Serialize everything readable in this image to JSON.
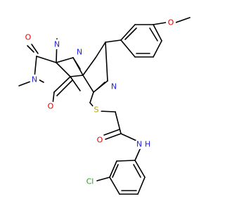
{
  "colors": {
    "carbon_bond": "#000000",
    "nitrogen": "#2323e8",
    "oxygen": "#e60000",
    "sulfur": "#b3a000",
    "chlorine": "#1fa51f",
    "background": "#ffffff"
  },
  "atoms": {
    "o_methoxy": {
      "text": "O",
      "element": "oxygen"
    },
    "o_amide": {
      "text": "O",
      "element": "oxygen"
    },
    "o_c2": {
      "text": "O",
      "element": "oxygen"
    },
    "o_c4": {
      "text": "O",
      "element": "oxygen"
    },
    "n1": {
      "text": "N",
      "element": "nitrogen"
    },
    "n3": {
      "text": "N",
      "element": "nitrogen"
    },
    "n8": {
      "text": "N",
      "element": "nitrogen"
    },
    "n6": {
      "text": "N",
      "element": "nitrogen"
    },
    "nh": {
      "text": "N",
      "element": "nitrogen"
    },
    "h_amide": {
      "text": "H",
      "element": "nitrogen"
    },
    "s": {
      "text": "S",
      "element": "sulfur"
    },
    "cl": {
      "text": "Cl",
      "element": "chlorine"
    }
  }
}
